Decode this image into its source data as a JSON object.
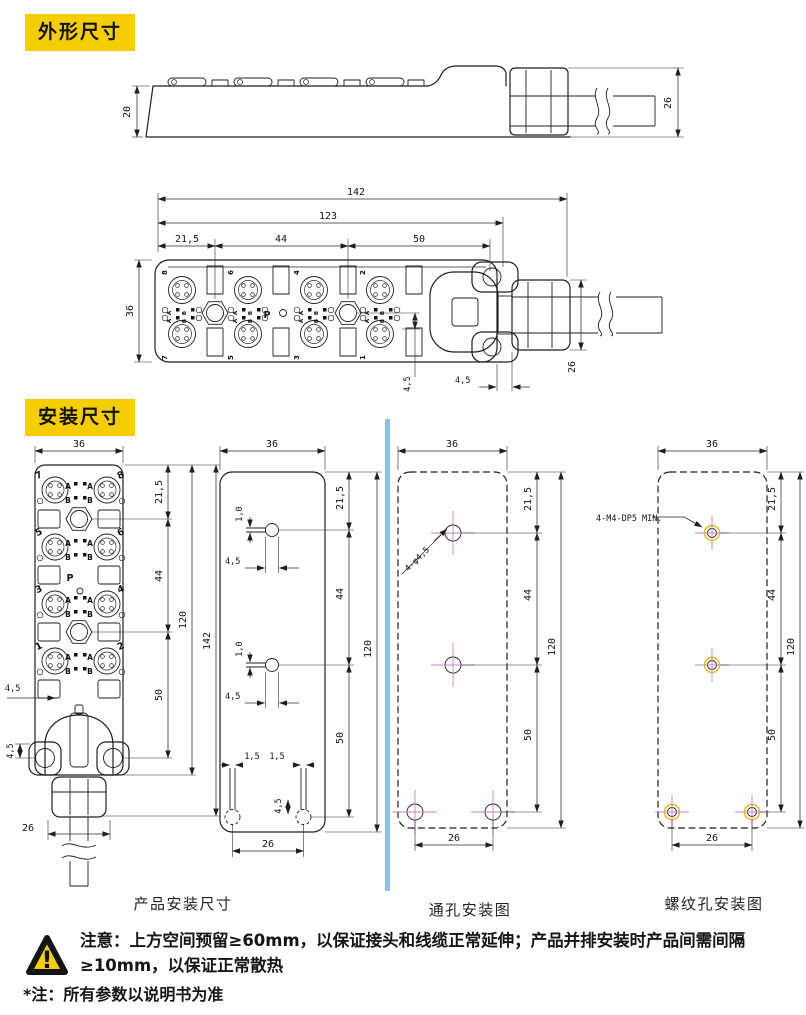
{
  "badges": {
    "outline": "外形尺寸",
    "install": "安装尺寸"
  },
  "side_view": {
    "height": "20",
    "gland_diameter": "26"
  },
  "top_view": {
    "overall": "142",
    "to_gland": "123",
    "pitch1": "21,5",
    "pitch2": "44",
    "pitch3": "50",
    "width": "36",
    "offset_v": "4,5",
    "offset_h": "4,5",
    "gland": "26",
    "p": "P",
    "a": "A",
    "b": "B",
    "ports_top": [
      "8",
      "6",
      "4",
      "2"
    ],
    "ports_bottom": [
      "7",
      "5",
      "3",
      "1"
    ]
  },
  "product_view": {
    "caption": "产品安装尺寸",
    "width": "36",
    "d21": "21,5",
    "d44": "44",
    "d120": "120",
    "d142": "142",
    "d50": "50",
    "d45_side": "4,5",
    "d45_ear": "4,5",
    "d26": "26",
    "p": "P",
    "a": "A",
    "b": "B",
    "ports": [
      [
        "7",
        "8"
      ],
      [
        "5",
        "6"
      ],
      [
        "3",
        "4"
      ],
      [
        "1",
        "2"
      ]
    ]
  },
  "keyhole_view": {
    "width": "36",
    "d21": "21,5",
    "d44": "44",
    "d120": "120",
    "d50": "50",
    "slot1_w": "1,0",
    "slot1_d": "4,5",
    "slot2_w": "1,0",
    "slot2_d": "4,5",
    "slot_15a": "1,5",
    "slot_15b": "1,5",
    "d45": "4,5",
    "d26": "26"
  },
  "through_view": {
    "caption": "通孔安装图",
    "width": "36",
    "holes_label": "4-φ4,5",
    "d21": "21,5",
    "d44": "44",
    "d120": "120",
    "d50": "50",
    "d26": "26"
  },
  "threaded_view": {
    "caption": "螺纹孔安装图",
    "width": "36",
    "holes_label": "4-M4-DP5 MIN.",
    "d21": "21,5",
    "d44": "44",
    "d120": "120",
    "d50": "50",
    "d26": "26"
  },
  "notes": {
    "warning": "注意：上方空间预留≥60mm，以保证接头和线缆正常延伸；产品并排安装时产品间需间隔≥10mm，以保证正常散热",
    "footnote": "*注：所有参数以说明书为准"
  },
  "colors": {
    "badge_yellow": "#F6CE00",
    "divider_blue": "#8FC2E2",
    "crosshair_magenta": "#C97FC9",
    "thread_ring_yellow": "#E2C52B",
    "ink": "#1F1F1F"
  }
}
